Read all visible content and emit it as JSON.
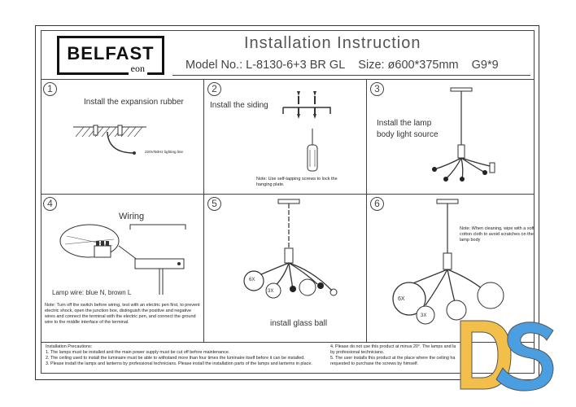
{
  "brand": {
    "name": "BELFAST",
    "sub": "eon"
  },
  "title": "Installation Instruction",
  "specs": {
    "model": "Model No.:  L-8130-6+3 BR GL",
    "size": "Size: ø600*375mm",
    "bulb": "G9*9"
  },
  "steps": [
    {
      "num": "1",
      "text": "Install the expansion rubber",
      "note": "220V/50Hz lighting line"
    },
    {
      "num": "2",
      "text": "Install the siding",
      "note": "Note: Use self-tapping screws to lock the hanging plate."
    },
    {
      "num": "3",
      "text_line1": "Install the lamp",
      "text_line2": "body light source"
    },
    {
      "num": "4",
      "text": "Wiring",
      "lamp_wire": "Lamp wire: blue N, brown L",
      "note": "Note: Turn off the switch before wiring, test with an electric pen first, to prevent electric shock, open the junction box, distinguish the positive and negative wires and connect the terminal with the electric pen, and connect the ground wire to the middle interface of the terminal."
    },
    {
      "num": "5",
      "text": "install glass ball",
      "badge_a": "6X",
      "badge_b": "3X"
    },
    {
      "num": "6",
      "note": "Note: When cleaning, wipe with a soft cotton cloth to avoid scratches on the lamp body",
      "badge_a": "6X",
      "badge_b": "3X"
    }
  ],
  "precautions": {
    "heading": "Installation Precautions:",
    "p1": "1. The lamps must be installed and the main power supply must be cut off before maintenance.",
    "p2": "2. The ceiling used to install the luminaire must be able to withstand more than four times the luminaire itself before it can be installed.",
    "p3": "3. Please install the lamps and lanterns by professional technicians. Please install the installation parts of the lamps and lanterns in place.",
    "p4": "4. Please do not use this product at minus 20°. The lamps and la",
    "p4b": "by professional technicians.",
    "p5": "5. The user installs this product at the place where the ceiling ha",
    "p5b": "requested to purchase the screws by himself."
  },
  "watermark": {
    "text": "DS",
    "color_a": "#f2c04a",
    "color_b": "#4b9fe0"
  }
}
